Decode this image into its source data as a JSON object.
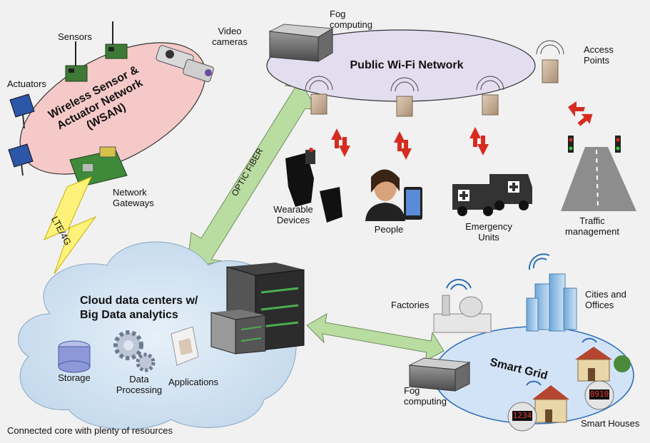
{
  "wsan": {
    "title": "Wireless Sensor &\nActuator Network\n(WSAN)",
    "sensors": "Sensors",
    "actuators": "Actuators",
    "video_cameras": "Video\ncameras",
    "network_gateways": "Network\nGateways"
  },
  "links": {
    "lte": "LTE/4G",
    "optic_fiber": "OPTIC FIBER"
  },
  "wifi": {
    "title": "Public Wi-Fi Network",
    "fog_computing": "Fog\ncomputing",
    "access_points": "Access\nPoints"
  },
  "endpoints": {
    "wearable": "Wearable\nDevices",
    "people": "People",
    "emergency": "Emergency\nUnits",
    "traffic": "Traffic\nmanagement"
  },
  "cloud": {
    "title": "Cloud data centers w/\nBig Data analytics",
    "storage": "Storage",
    "data_processing": "Data\nProcessing",
    "applications": "Applications",
    "caption": "Connected core with plenty of resources"
  },
  "grid": {
    "title": "Smart Grid",
    "factories": "Factories",
    "cities": "Cities and\nOffices",
    "fog_computing": "Fog\ncomputing",
    "smart_houses": "Smart Houses",
    "meter_1": "1234",
    "meter_2": "8910"
  },
  "colors": {
    "wsan_fill": "#f6c9c9",
    "wifi_fill": "#e3ddf0",
    "cloud_fill": "#cfe0ef",
    "grid_fill": "#d3e3f7",
    "arrow_green": "#b9dca0",
    "arrow_red": "#d62b20",
    "lightning": "#fff27a"
  }
}
